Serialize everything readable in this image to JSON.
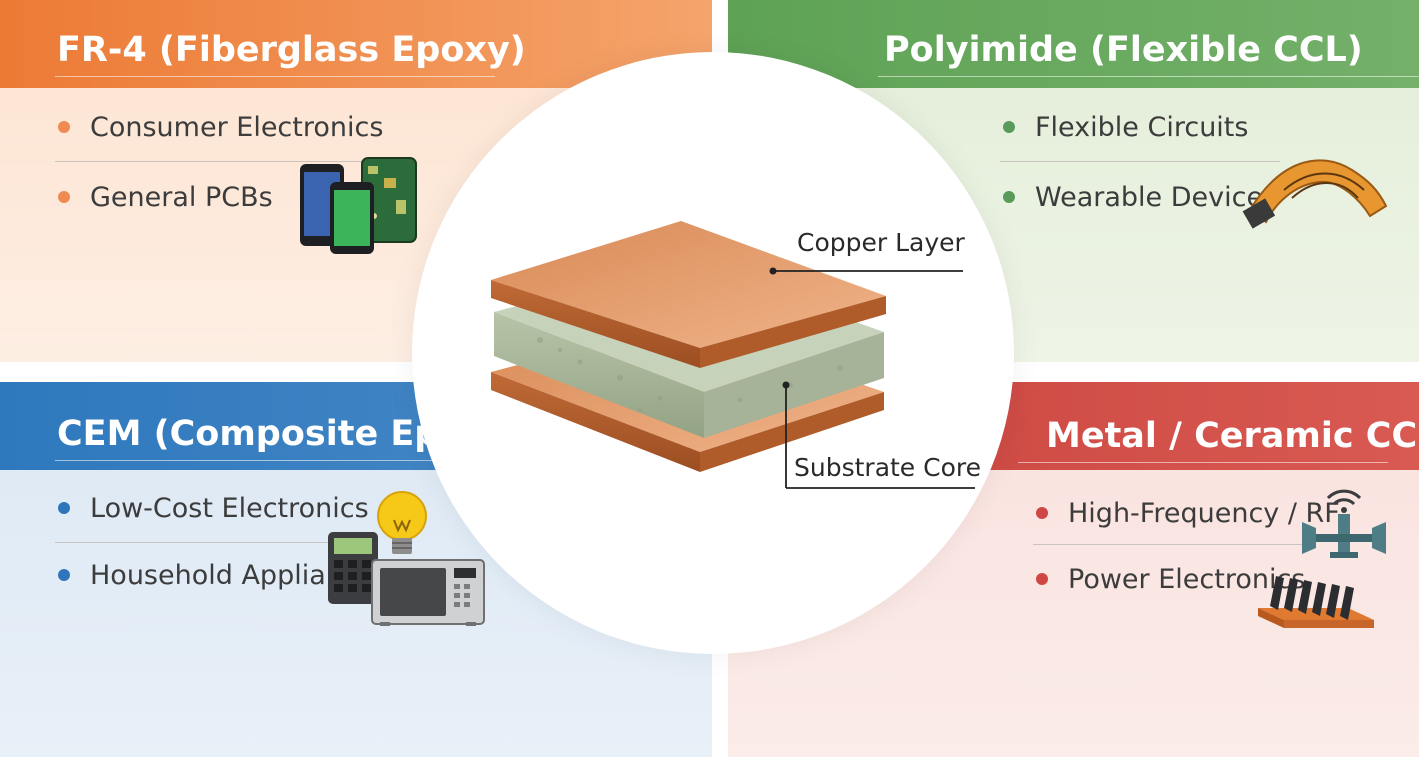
{
  "quadrants": {
    "fr4": {
      "title": "FR-4 (Fiberglass Epoxy)",
      "bullets": [
        "Consumer Electronics",
        "General PCBs"
      ],
      "accent": "#ec7a35"
    },
    "polyimide": {
      "title": "Polyimide (Flexible CCL)",
      "bullets": [
        "Flexible Circuits",
        "Wearable Devices"
      ],
      "accent": "#5ea255"
    },
    "cem": {
      "title": "CEM (Composite Epoxy)",
      "bullets": [
        "Low-Cost Electronics",
        "Household Appliances"
      ],
      "accent": "#2e78bd"
    },
    "metal": {
      "title": "Metal / Ceramic CCL",
      "bullets": [
        "High-Frequency / RF",
        "Power Electronics"
      ],
      "accent": "#c9433d"
    }
  },
  "center": {
    "copper_label": "Copper Layer",
    "substrate_label": "Substrate Core"
  },
  "icons": [
    "smartphone-icon",
    "circuit-board-icon",
    "flex-circuit-icon",
    "calculator-icon",
    "light-bulb-icon",
    "microwave-icon",
    "rf-antenna-icon",
    "heat-sink-icon"
  ]
}
